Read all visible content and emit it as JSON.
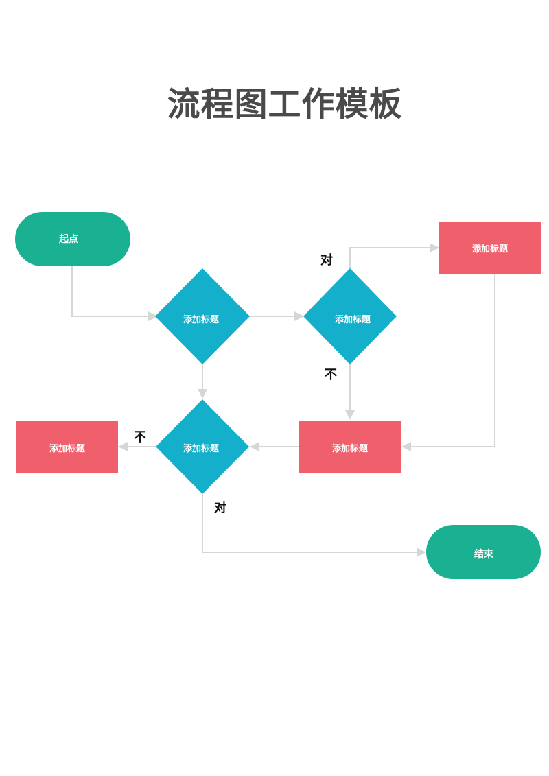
{
  "title": "流程图工作模板",
  "colors": {
    "terminal": "#1ab092",
    "process": "#f0606c",
    "decision": "#14afca",
    "connector": "#d6d6d6",
    "title": "#4a4a4a"
  },
  "nodes": {
    "start": "起点",
    "decision_1": "添加标题",
    "decision_2": "添加标题",
    "process_top_right": "添加标题",
    "process_middle": "添加标题",
    "decision_3": "添加标题",
    "process_left": "添加标题",
    "end": "结束"
  },
  "branches": {
    "decision_2_yes": "对",
    "decision_2_no": "不",
    "decision_3_no": "不",
    "decision_3_yes": "对"
  }
}
